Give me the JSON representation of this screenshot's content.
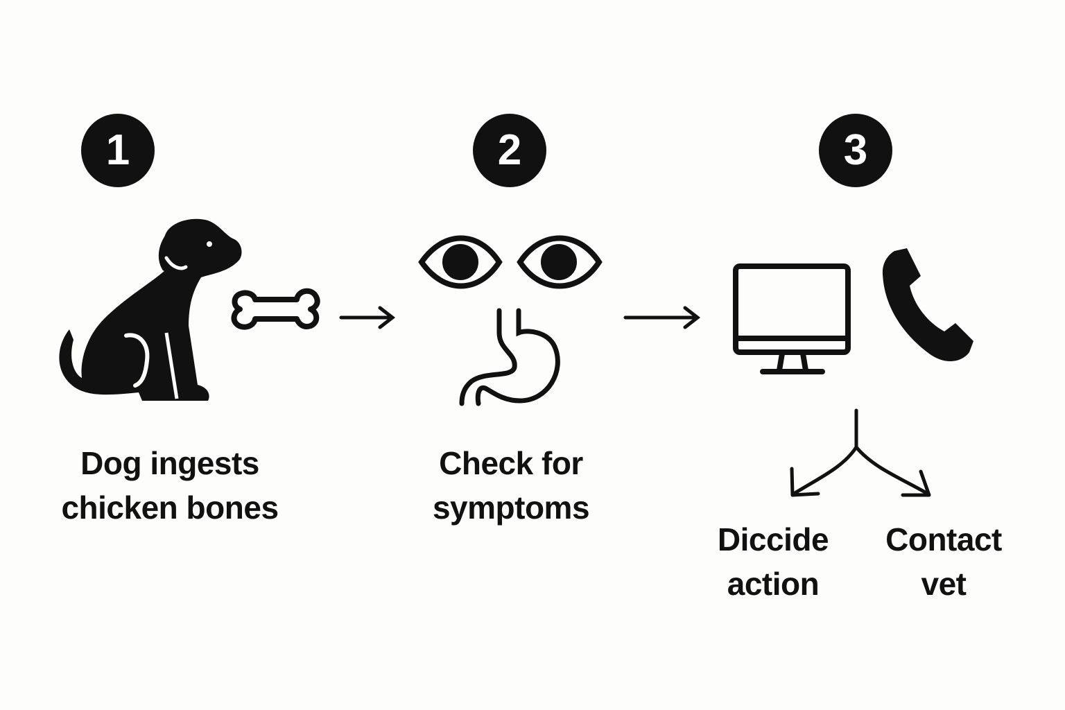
{
  "steps": [
    {
      "number": "1",
      "label_line1": "Dog ingests",
      "label_line2": "chicken bones"
    },
    {
      "number": "2",
      "label_line1": "Check for",
      "label_line2": "symptoms"
    },
    {
      "number": "3"
    }
  ],
  "outcomes": [
    {
      "line1": "Diccide",
      "line2": "action"
    },
    {
      "line1": "Contact",
      "line2": "vet"
    }
  ],
  "colors": {
    "ink": "#111111",
    "background": "#fdfdfb"
  }
}
